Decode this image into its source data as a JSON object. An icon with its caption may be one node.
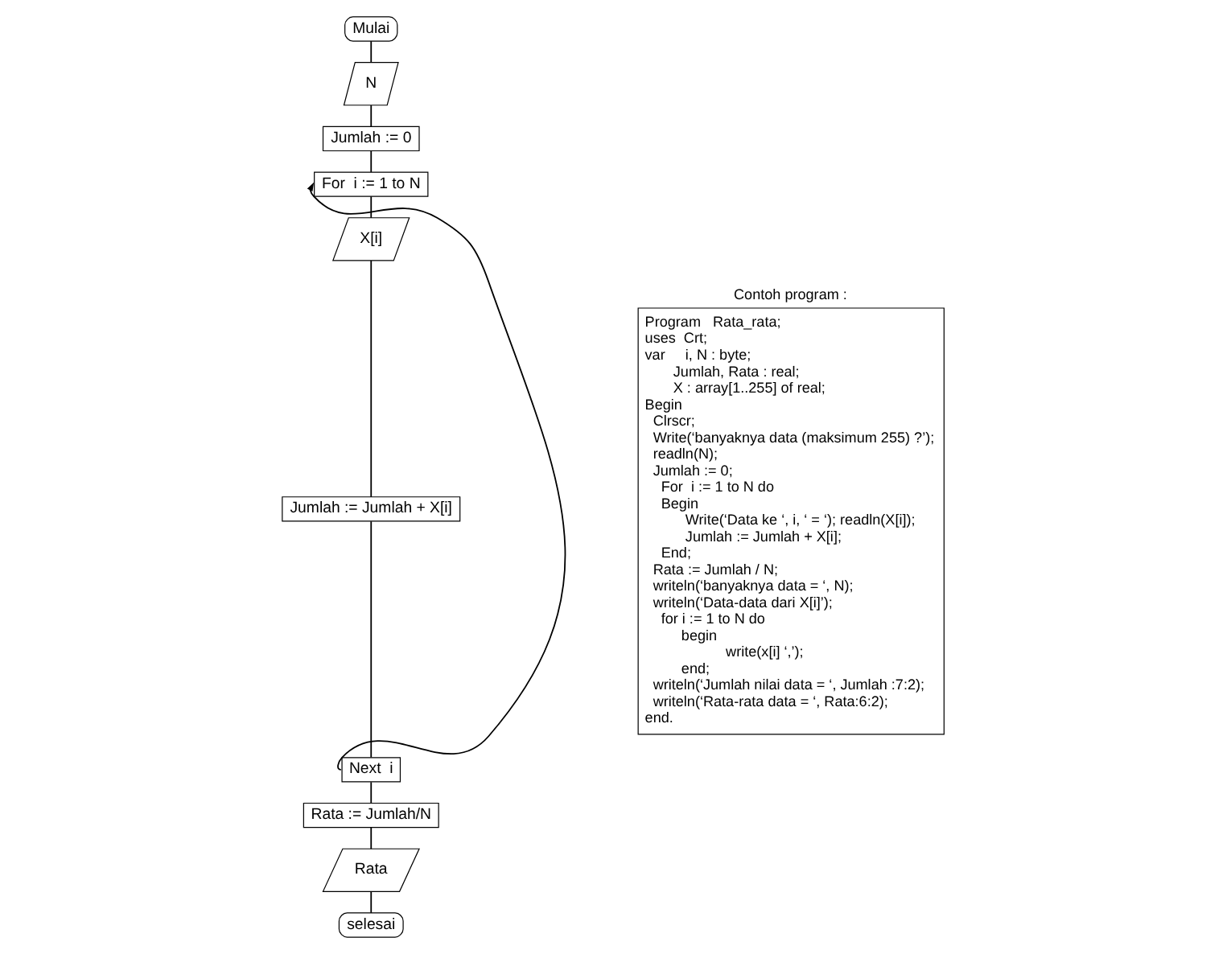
{
  "diagram": {
    "nodes": [
      {
        "text": [
          "Mulai"
        ]
      },
      {
        "text": [
          "N"
        ]
      },
      {
        "text": [
          "Jumlah := 0"
        ]
      },
      {
        "text": [
          "For  i := 1 to N"
        ]
      },
      {
        "text": [
          "X[i]"
        ]
      },
      {
        "text": [
          "Jumlah := Jumlah + X[i]"
        ]
      },
      {
        "text": [
          "Next  i"
        ]
      },
      {
        "text": [
          "Rata := Jumlah/N"
        ]
      },
      {
        "text": [
          "Rata"
        ]
      },
      {
        "text": [
          "selesai"
        ]
      },
      {
        "text": [
          "Contoh program :",
          "Program   Rata_rata;",
          "uses  Crt;",
          "var     i, N : byte;",
          "Jumlah, Rata : real;",
          "X : array[1..255] of real;",
          "Begin",
          "Clrscr;",
          "Write(‘banyaknya data (maksimum 255) ?’);",
          "readln(N);",
          "Jumlah := 0;",
          "For  i := 1 to N do",
          "Begin",
          "Write(‘Data ke ‘, i, ‘ = ‘); readln(X[i]);",
          "Jumlah := Jumlah + X[i];",
          "End;",
          "Rata := Jumlah / N;",
          "writeln(‘banyaknya data = ‘, N);",
          "writeln(‘Data-data dari X[i]’);",
          "for i := 1 to N do",
          "begin",
          "write(x[i] ‘,’);",
          "end;",
          "writeln(‘Jumlah nilai data = ‘, Jumlah :7:2);",
          "writeln(‘Rata-rata data = ‘, Rata:6:2);",
          "end."
        ]
      }
    ],
    "edges": [
      {
        "from": 0,
        "to": 1,
        "arrow": "none"
      },
      {
        "from": 1,
        "to": 2,
        "arrow": "none"
      },
      {
        "from": 2,
        "to": 3,
        "arrow": "none"
      },
      {
        "from": 3,
        "to": 4,
        "arrow": "none"
      },
      {
        "from": 4,
        "to": 5,
        "arrow": "none"
      },
      {
        "from": 5,
        "to": 6,
        "arrow": "none"
      },
      {
        "from": 6,
        "to": 7,
        "arrow": "none"
      },
      {
        "from": 7,
        "to": 8,
        "arrow": "none"
      },
      {
        "from": 8,
        "to": 9,
        "arrow": "none"
      },
      {
        "from": 6,
        "to": 3,
        "arrow": "to"
      }
    ]
  }
}
